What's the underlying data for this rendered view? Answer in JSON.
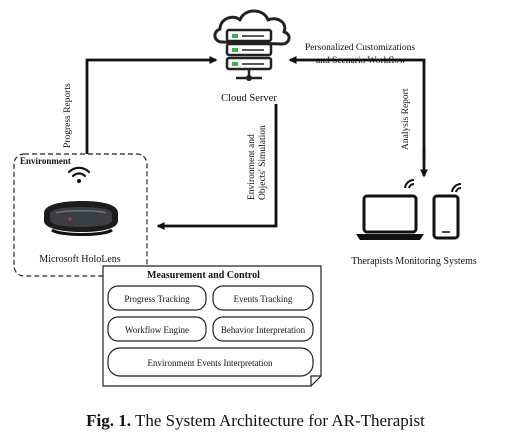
{
  "nodes": {
    "cloud_server": "Cloud Server",
    "environment": "Environment",
    "hololens": "Microsoft HoloLens",
    "therapists": "Therapists Monitoring Systems",
    "measurement": "Measurement and Control"
  },
  "edges": {
    "progress_reports": "Progress Reports",
    "env_objects_line1": "Environment and",
    "env_objects_line2": "Objects' Simulation",
    "personalized_line1": "Personalized Customizations",
    "personalized_line2": "and Scenario Workflow",
    "analysis_report": "Analysis Report"
  },
  "modules": {
    "progress_tracking": "Progress Tracking",
    "events_tracking": "Events Tracking",
    "workflow_engine": "Workflow Engine",
    "behavior_interpretation": "Behavior Interpretation",
    "environment_events": "Environment Events Interpretation"
  },
  "icons": {
    "server": "server-stack-icon",
    "wifi": "wifi-icon",
    "headset": "hololens-headset-icon",
    "laptop": "laptop-icon",
    "phone": "smartphone-icon"
  },
  "caption": {
    "label": "Fig. 1.",
    "text": " The System Architecture for AR-Therapist"
  }
}
